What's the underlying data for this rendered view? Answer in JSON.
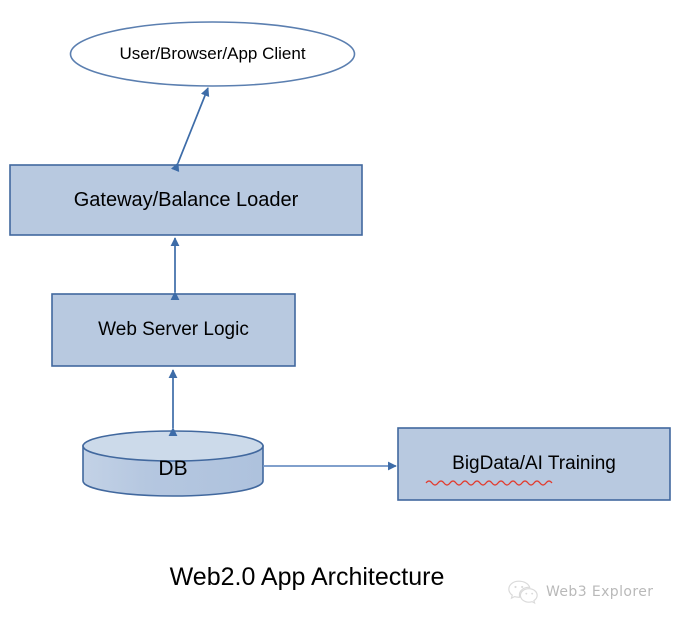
{
  "diagram": {
    "title": "Web2.0 App Architecture",
    "type": "flowchart",
    "nodes": [
      {
        "id": "client",
        "label": "User/Browser/App Client",
        "shape": "ellipse",
        "fill": "#ffffff",
        "stroke": "#5b7fb0"
      },
      {
        "id": "gateway",
        "label": "Gateway/Balance Loader",
        "shape": "rectangle",
        "fill": "#b8c9e0",
        "stroke": "#41689e"
      },
      {
        "id": "webserver",
        "label": "Web Server Logic",
        "shape": "rectangle",
        "fill": "#b8c9e0",
        "stroke": "#41689e"
      },
      {
        "id": "db",
        "label": "DB",
        "shape": "cylinder",
        "fill": "#b8c9e0",
        "stroke": "#41689e"
      },
      {
        "id": "bigdata",
        "label": "BigData/AI Training",
        "shape": "rectangle",
        "fill": "#b8c9e0",
        "stroke": "#41689e",
        "spellcheck_underline": true
      }
    ],
    "edges": [
      {
        "from": "gateway",
        "to": "client",
        "direction": "both",
        "style": "diagonal"
      },
      {
        "from": "gateway",
        "to": "webserver",
        "direction": "both",
        "style": "vertical"
      },
      {
        "from": "webserver",
        "to": "db",
        "direction": "both",
        "style": "vertical"
      },
      {
        "from": "db",
        "to": "bigdata",
        "direction": "forward",
        "style": "horizontal"
      }
    ],
    "edge_color": "#3d6ca8"
  },
  "watermark": {
    "text": "Web3 Explorer",
    "icon": "wechat-icon",
    "color": "#b9b9b9"
  }
}
